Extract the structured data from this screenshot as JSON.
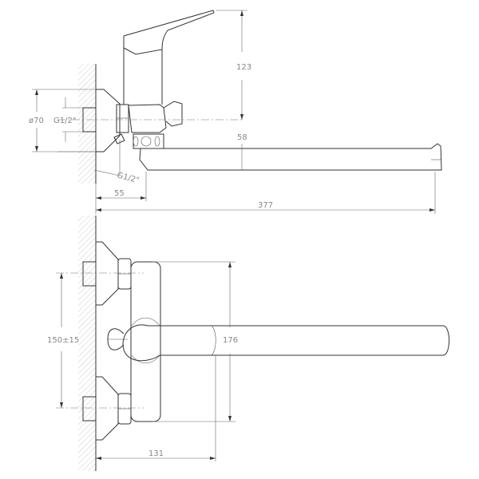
{
  "drawing": {
    "side_view": {
      "height_label": "123",
      "spout_height_label": "58",
      "flange_diameter_label": "ø70",
      "inlet_thread_label": "G1/2\"",
      "outlet_thread_label": "G1/2\"",
      "wall_offset_label": "55",
      "total_length_label": "377"
    },
    "front_view": {
      "center_distance_label": "150±15",
      "body_height_label": "176",
      "projection_label": "131"
    }
  }
}
